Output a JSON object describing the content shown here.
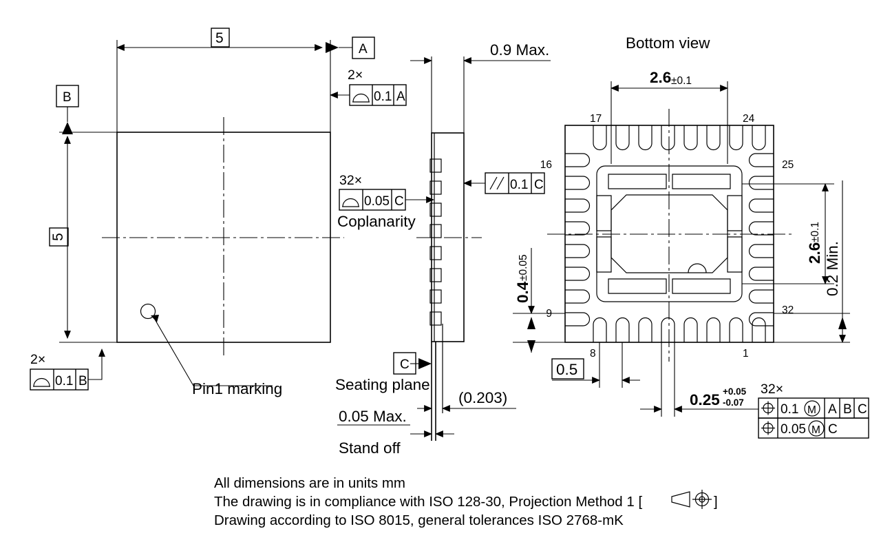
{
  "drawing": {
    "title_bottom_view": "Bottom view",
    "views": {
      "top": {
        "width_dim": "5",
        "height_dim": "5",
        "pin1_label": "Pin1 marking",
        "datum_a": "A",
        "datum_b": "B"
      },
      "side": {
        "height_dim": "0.9 Max.",
        "datum_c": "C",
        "seating_plane_label": "Seating plane",
        "lead_length_ref": "(0.203)",
        "standoff_dim": "0.05 Max.",
        "standoff_label": "Stand off"
      },
      "bottom": {
        "pad_width_dim": "2.6",
        "pad_width_tol": "±0.1",
        "pad_height_dim": "2.6",
        "pad_height_tol": "±0.1",
        "lead_length_dim": "0.4",
        "lead_length_tol": "±0.05",
        "min_dim": "0.2 Min.",
        "pitch_dim": "0.5",
        "lead_width_dim": "0.25",
        "lead_width_tol_upper": "+0.05",
        "lead_width_tol_lower": "-0.07",
        "pin_numbers": [
          "17",
          "24",
          "16",
          "25",
          "9",
          "32",
          "8",
          "1"
        ]
      }
    },
    "feature_frames": [
      {
        "id": "fcf-flatness-a",
        "multiplier": "2×",
        "symbol": "profile-line",
        "tolerance": "0.1",
        "datums": [
          "A"
        ]
      },
      {
        "id": "fcf-flatness-b",
        "multiplier": "2×",
        "symbol": "profile-line",
        "tolerance": "0.1",
        "datums": [
          "B"
        ]
      },
      {
        "id": "fcf-coplanarity",
        "multiplier": "32×",
        "symbol": "profile-line",
        "tolerance": "0.05",
        "datums": [
          "C"
        ],
        "caption": "Coplanarity"
      },
      {
        "id": "fcf-parallelism",
        "multiplier": "",
        "symbol": "parallel",
        "tolerance": "0.1",
        "datums": [
          "C"
        ]
      },
      {
        "id": "fcf-position",
        "multiplier": "32×",
        "rows": [
          {
            "symbol": "position",
            "tolerance": "0.1",
            "modifier": "M",
            "datums": [
              "A",
              "B",
              "C"
            ]
          },
          {
            "symbol": "position",
            "tolerance": "0.05",
            "modifier": "M",
            "datums": [
              "C"
            ]
          }
        ]
      }
    ],
    "notes": [
      "All dimensions are in units mm",
      "The drawing is in compliance with ISO 128-30, Projection Method 1 [",
      "Drawing according to ISO 8015, general tolerances ISO 2768-mK"
    ],
    "note2_suffix": "]",
    "colors": {
      "line": "#000000",
      "background": "#ffffff"
    }
  }
}
